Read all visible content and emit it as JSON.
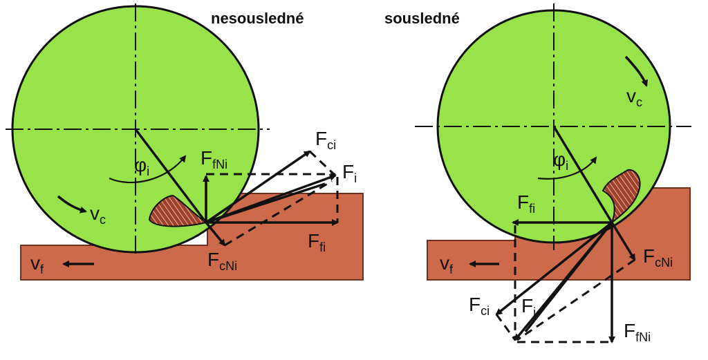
{
  "titles": {
    "left": "nesousledné",
    "right": "sousledné"
  },
  "colors": {
    "tool": "#99e34a",
    "workpiece": "#cd6a4c",
    "chip": "#a0402a",
    "line": "#111111"
  },
  "left": {
    "vc": {
      "main": "v",
      "sub": "c"
    },
    "vf": {
      "main": "v",
      "sub": "f"
    },
    "phi": {
      "main": "φ",
      "sub": "i"
    },
    "Fci": {
      "main": "F",
      "sub": "ci"
    },
    "Fi": {
      "main": "F",
      "sub": "i"
    },
    "FfNi": {
      "main": "F",
      "sub": "fNi"
    },
    "Ffi": {
      "main": "F",
      "sub": "fi"
    },
    "FcNi": {
      "main": "F",
      "sub": "cNi"
    }
  },
  "right": {
    "vc": {
      "main": "v",
      "sub": "c"
    },
    "vf": {
      "main": "v",
      "sub": "f"
    },
    "phi": {
      "main": "φ",
      "sub": "i"
    },
    "Ffi": {
      "main": "F",
      "sub": "fi"
    },
    "FcNi": {
      "main": "F",
      "sub": "cNi"
    },
    "Fci": {
      "main": "F",
      "sub": "ci"
    },
    "Fi": {
      "main": "F",
      "sub": "i"
    },
    "FfNi": {
      "main": "F",
      "sub": "fNi"
    }
  }
}
